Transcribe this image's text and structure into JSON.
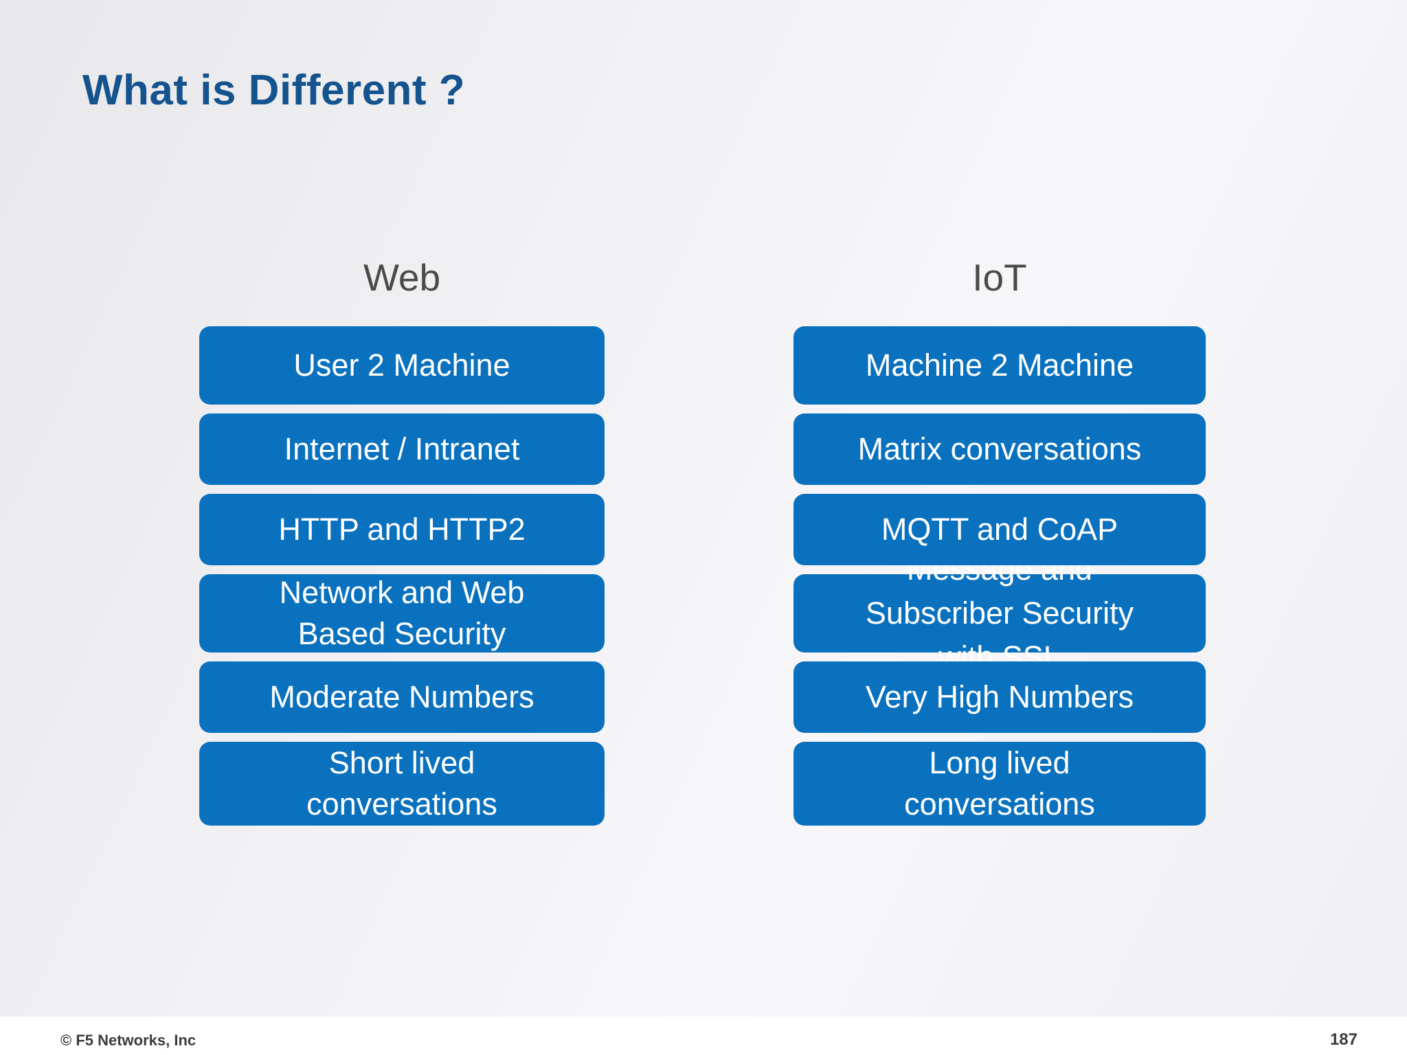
{
  "slide": {
    "title": "What is Different ?",
    "title_color": "#14538D",
    "chip_color": "#0A71BF",
    "chip_text_color": "#FFFFFF",
    "background_color": "#F1F1F3"
  },
  "columns": [
    {
      "header": "Web",
      "items": [
        {
          "label": "User 2 Machine",
          "lines": 1
        },
        {
          "label": "Internet / Intranet",
          "lines": 1
        },
        {
          "label": "HTTP and HTTP2",
          "lines": 1
        },
        {
          "label": "Network and Web\nBased  Security",
          "lines": 2
        },
        {
          "label": "Moderate Numbers",
          "lines": 1
        },
        {
          "label": "Short lived\nconversations",
          "lines": 2
        }
      ]
    },
    {
      "header": "IoT",
      "items": [
        {
          "label": "Machine 2 Machine",
          "lines": 1
        },
        {
          "label": "Matrix conversations",
          "lines": 1
        },
        {
          "label": "MQTT and CoAP",
          "lines": 1
        },
        {
          "label": "Message and\nSubscriber Security\nwith SSL",
          "lines": 3,
          "overflows": true
        },
        {
          "label": "Very High Numbers",
          "lines": 1
        },
        {
          "label": "Long lived\nconversations",
          "lines": 2
        }
      ]
    }
  ],
  "footer": {
    "copyright": "© F5 Networks, Inc",
    "page_number": "187"
  }
}
